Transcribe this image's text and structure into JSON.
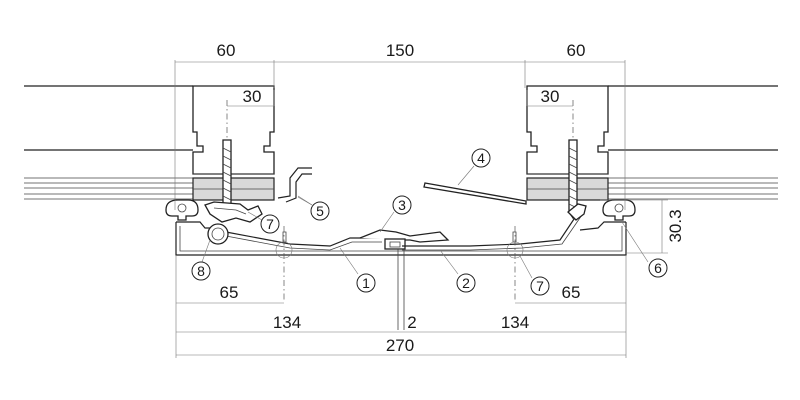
{
  "dimensions": {
    "top_left": "60",
    "top_center": "150",
    "top_right": "60",
    "screw_left": "30",
    "screw_right": "30",
    "height_right": "30.3",
    "bottom_left_offset": "65",
    "bottom_right_offset": "65",
    "bottom_left_half": "134",
    "bottom_gap": "2",
    "bottom_right_half": "134",
    "bottom_total": "270"
  },
  "balloons": {
    "b1": "1",
    "b2": "2",
    "b3": "3",
    "b4": "4",
    "b5": "5",
    "b6": "6",
    "b7_left": "7",
    "b7_right": "7",
    "b8": "8"
  }
}
